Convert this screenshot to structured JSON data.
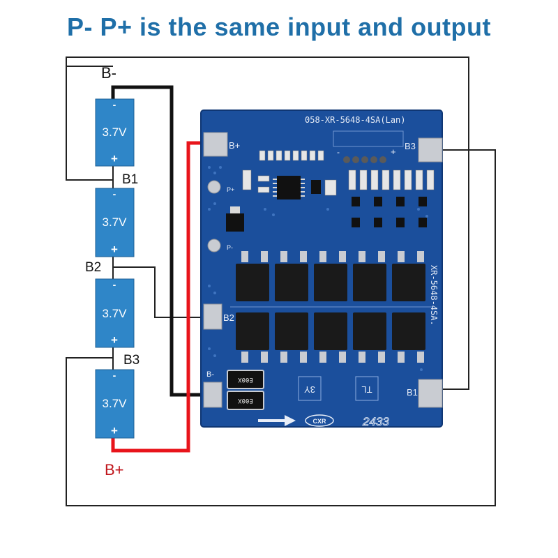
{
  "title": "P- P+ is the same input and output",
  "labels": {
    "b_minus": "B-",
    "b_plus": "B+",
    "b1": "B1",
    "b2": "B2",
    "b3": "B3"
  },
  "cell": {
    "voltage": "3.7V",
    "minus": "-",
    "plus": "+"
  },
  "board": {
    "model": "058-XR-5648-4SA(Lan)",
    "side_model": "XR-5648-4SA.",
    "pad_bplus": "B+",
    "pad_b3": "B3",
    "pad_b2": "B2",
    "pad_b1": "B1",
    "pad_bminus": "B-",
    "pad_pplus": "P+",
    "pad_pminus": "P-",
    "code_3y": "3Y",
    "code_tl": "TL",
    "brand": "CXR",
    "date": "2433",
    "polarity_minus": "-",
    "polarity_plus": "+",
    "chip_mark": "E00X"
  },
  "colors": {
    "title": "#1f6fa8",
    "cell": "#2f86c8",
    "board": "#1b4f9c",
    "wire_red": "#e8141b",
    "wire_black": "#111111"
  }
}
